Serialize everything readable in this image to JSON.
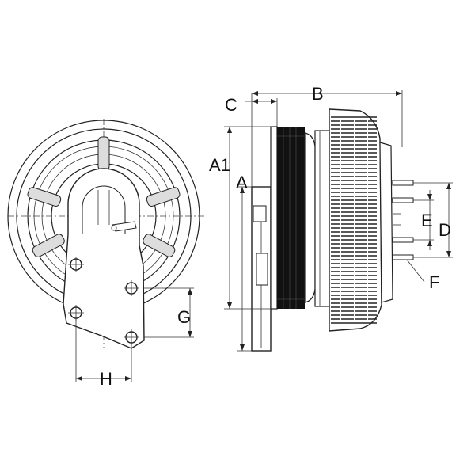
{
  "labels": {
    "a": "A",
    "a1": "A1",
    "b": "B",
    "c": "C",
    "d": "D",
    "e": "E",
    "f": "F",
    "g": "G",
    "h": "H"
  },
  "colors": {
    "line": "#222222",
    "fill_dark": "#111111",
    "fill_gray": "#dddddd",
    "background": "#ffffff"
  }
}
